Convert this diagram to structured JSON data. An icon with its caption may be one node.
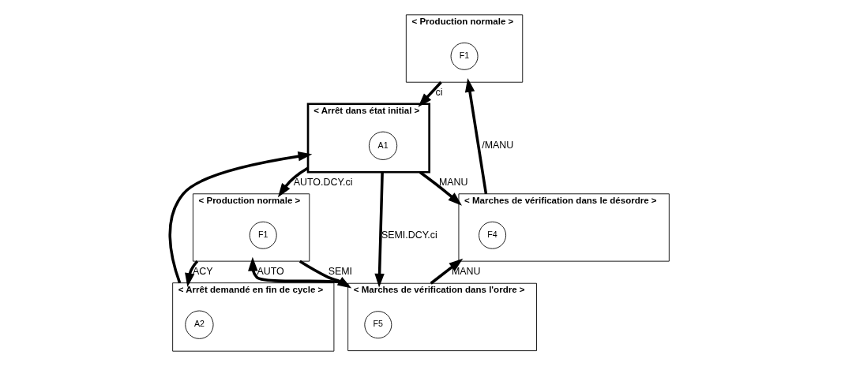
{
  "diagram": {
    "nodes": [
      {
        "text": [
          "< Production normale >"
        ]
      },
      {
        "text": [
          "F1"
        ],
        "in": 0
      },
      {
        "text": [
          "< Arrêt dans état initial >"
        ]
      },
      {
        "text": [
          "A1"
        ],
        "in": 2
      },
      {
        "text": [
          "< Marches de vérification dans le désordre >"
        ]
      },
      {
        "text": [
          "F4"
        ],
        "in": 4
      },
      {
        "text": [
          "< Arrêt demandé en fin de cycle >"
        ]
      },
      {
        "text": [
          "A2"
        ],
        "in": 6
      },
      {
        "text": [
          "< Production normale >"
        ]
      },
      {
        "text": [
          "F1"
        ],
        "in": 8
      },
      {
        "text": [
          "< Marches de vérification dans l'ordre >"
        ]
      },
      {
        "text": [
          "F5"
        ],
        "in": 10
      }
    ],
    "edges": [
      {
        "from": 0,
        "to": 2,
        "arrow": "to",
        "label": "ci"
      },
      {
        "from": 2,
        "to": 4,
        "arrow": "to",
        "label": "MANU"
      },
      {
        "from": 2,
        "to": 10,
        "arrow": "to",
        "label": "SEMI.DCY.ci"
      },
      {
        "from": 2,
        "to": 8,
        "arrow": "to",
        "label": "AUTO.DCY.ci"
      },
      {
        "from": 4,
        "to": 0,
        "arrow": "to",
        "label": "/MANU"
      },
      {
        "from": 10,
        "to": 4,
        "arrow": "to",
        "label": "MANU"
      },
      {
        "from": 10,
        "to": 8,
        "arrow": "to",
        "label": "AUTO"
      },
      {
        "from": 8,
        "to": 6,
        "arrow": "to",
        "label": "ACY"
      },
      {
        "from": 6,
        "to": 2,
        "arrow": "to"
      },
      {
        "from": 8,
        "to": 10,
        "arrow": "to",
        "label": "SEMI"
      }
    ]
  }
}
